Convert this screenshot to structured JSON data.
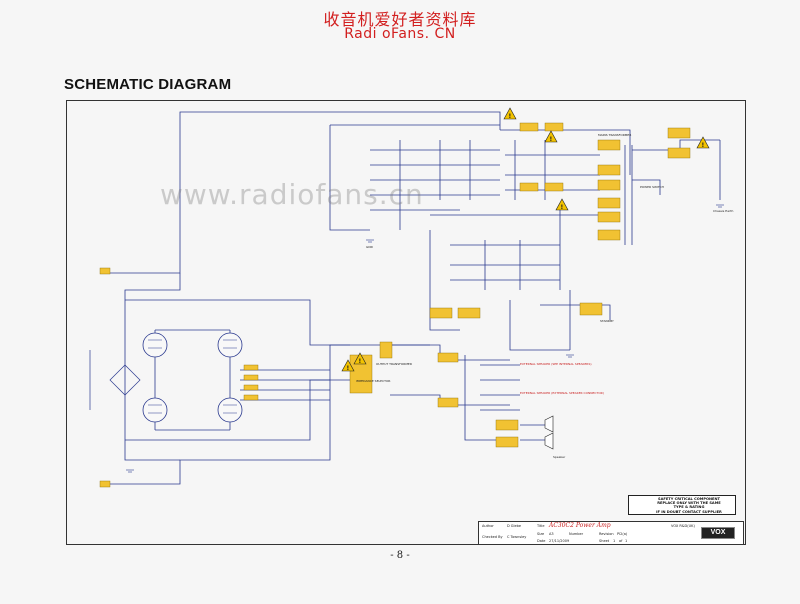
{
  "watermark": {
    "chinese": "收音机爱好者资料库",
    "site": "Radi oFans. CN",
    "url_overlay": "www.radiofans.cn"
  },
  "page": {
    "title": "SCHEMATIC DIAGRAM",
    "page_number": "- 8 -"
  },
  "schematic": {
    "labels": {
      "mains_transformer": "MAINS TRANSFORMER",
      "power_switch": "POWER SWITCH",
      "output_transformer": "OUTPUT TRANSFORMER",
      "impedance_selector": "IMPEDANCE SELECTOR",
      "external_speaker_1": "EXTERNAL SPEAKER (SEE INTERNAL SPEAKERS)",
      "external_speaker_2": "EXTERNAL SPEAKER (EXTERNAL SPEAKER CONNECTOR)",
      "standby": "STANDBY",
      "chassis_earth": "Chassis Earth",
      "ground": "GND",
      "speaker": "Speaker"
    }
  },
  "title_block": {
    "author_label": "Author",
    "author": "D Glebe",
    "checked_label": "Checked By",
    "checked": "C Townsley",
    "title_label": "Title",
    "title": "AC30C2 Power Amp",
    "size_label": "Size",
    "size": "A3",
    "number_label": "Number",
    "revision_label": "Revision",
    "revision": "PI2(a)",
    "date_label": "Date",
    "date": "27/11/2009",
    "sheet_label": "Sheet",
    "sheet": "1",
    "of_label": "of",
    "of": "1",
    "company": "VOX R&D(UK)",
    "brand": "VOX",
    "warning_lines": [
      "SAFETY CRITICAL COMPONENT",
      "REPLACE ONLY WITH THE SAME",
      "TYPE & RATING",
      "IF IN DOUBT CONTACT SUPPLIER"
    ]
  },
  "colors": {
    "watermark_red": "#d21f1f",
    "wire": "#2b3a8f",
    "component_fill": "#f1c232",
    "warning_fill": "#f2c200",
    "note_red": "#c81d1d"
  }
}
